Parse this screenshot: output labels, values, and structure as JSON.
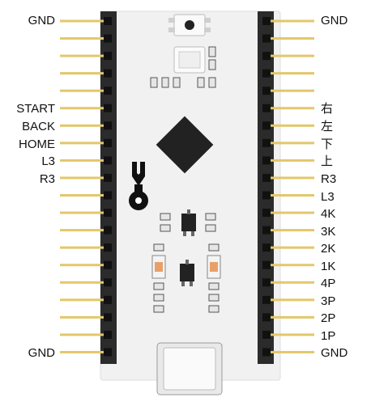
{
  "left_pins": [
    "GND",
    "",
    "",
    "",
    "",
    "START",
    "BACK",
    "HOME",
    "L3",
    "R3",
    "",
    "",
    "",
    "",
    "",
    "",
    "",
    "",
    "",
    "GND"
  ],
  "right_pins": [
    "GND",
    "",
    "",
    "",
    "",
    "右",
    "左",
    "下",
    "上",
    "R3",
    "L3",
    "4K",
    "3K",
    "2K",
    "1K",
    "4P",
    "3P",
    "2P",
    "1P",
    "GND"
  ],
  "colors": {
    "pin": "#e3c76a",
    "header": "#2b2b2b",
    "board": "#f1f1f1",
    "chip": "#222222",
    "led": "#e8a06a"
  },
  "icons": [
    "wrench-logo-icon",
    "usb-c-connector-icon",
    "mcu-chip-icon",
    "reset-button-icon"
  ]
}
